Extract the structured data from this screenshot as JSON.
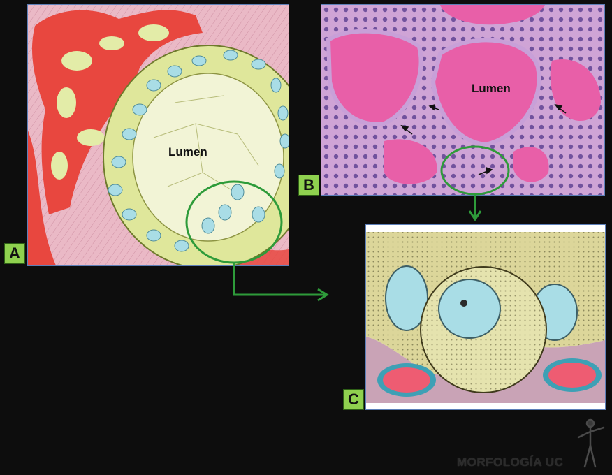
{
  "panels": {
    "a": {
      "tag": "A",
      "lumen_label": "Lumen"
    },
    "b": {
      "tag": "B",
      "lumen_label": "Lumen"
    },
    "c": {
      "tag": "C"
    }
  },
  "watermark": "MORFOLOGÍA UC",
  "colors": {
    "background": "#0d0d0d",
    "panel_border": "#5d7fb8",
    "tag_fill": "#8fd14f",
    "callout_green": "#2e9b3a",
    "capillary_red": "#e8473f",
    "epithelium_yellow": "#e3eca8",
    "nucleus_blue": "#a9dde6",
    "colloid_pink": "#e85fa8"
  }
}
